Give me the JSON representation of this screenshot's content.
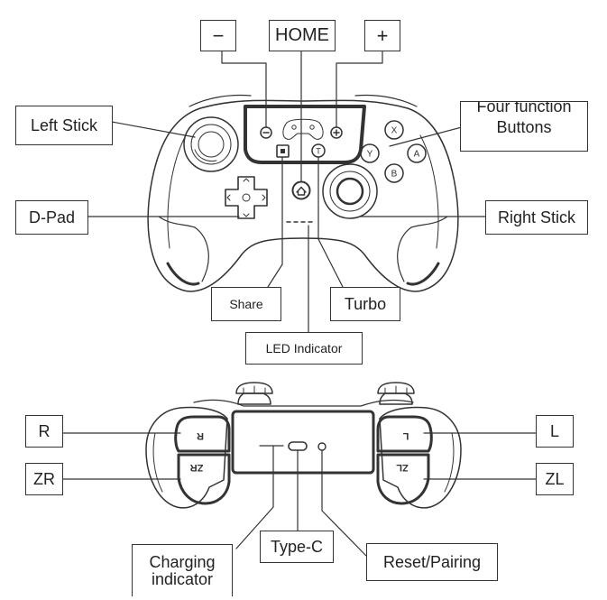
{
  "front_view": {
    "labels": {
      "minus": "−",
      "home": "HOME",
      "plus": "+",
      "left_stick": "Left Stick",
      "four_function_line1": "Four function",
      "four_function_line2": "Buttons",
      "d_pad": "D-Pad",
      "right_stick": "Right Stick",
      "share": "Share",
      "turbo": "Turbo",
      "led_indicator": "LED Indicator"
    },
    "face_buttons": {
      "x": "X",
      "y": "Y",
      "a": "A",
      "b": "B",
      "turbo": "T"
    }
  },
  "top_view": {
    "labels": {
      "r": "R",
      "zr": "ZR",
      "l": "L",
      "zl": "ZL",
      "charging_line1": "Charging",
      "charging_line2": "indicator",
      "type_c": "Type-C",
      "reset_pairing": "Reset/Pairing"
    },
    "shoulder_text": {
      "r": "R",
      "zr": "ZR",
      "l": "L",
      "zl": "ZL"
    }
  },
  "colors": {
    "line": "#333333",
    "background": "#ffffff"
  }
}
